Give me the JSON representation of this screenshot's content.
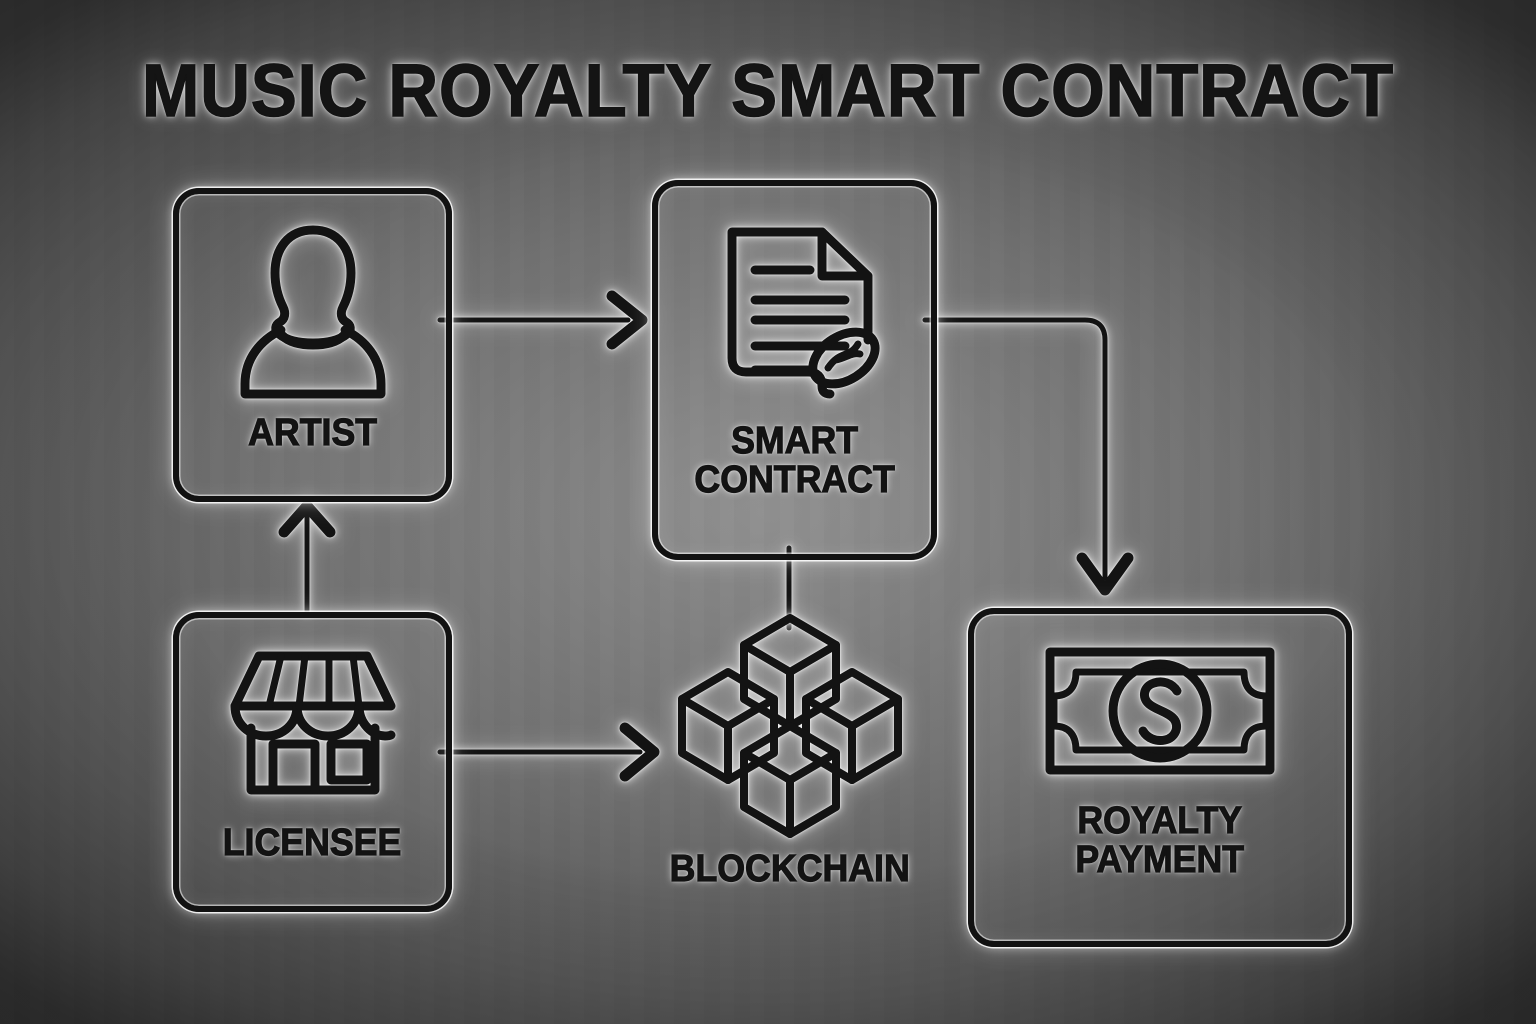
{
  "diagram": {
    "title": "MUSIC ROYALTY SMART CONTRACT",
    "theme": {
      "background_center": "#6e6e6e",
      "background_edge": "#373737",
      "stroke": "#131313",
      "glow": "#ffffff"
    },
    "nodes": [
      {
        "id": "artist",
        "label": "ARTIST",
        "icon": "user-silhouette-icon",
        "shape": "rounded-rect-card"
      },
      {
        "id": "smart-contract",
        "label": "SMART\nCONTRACT",
        "icon": "signed-document-icon",
        "shape": "rounded-rect-card"
      },
      {
        "id": "licensee",
        "label": "LICENSEE",
        "icon": "storefront-icon",
        "shape": "rounded-rect-card"
      },
      {
        "id": "blockchain",
        "label": "BLOCKCHAIN",
        "icon": "blockchain-cubes-icon",
        "shape": "icon-only"
      },
      {
        "id": "royalty-payment",
        "label": "ROYALTY\nPAYMENT",
        "icon": "banknote-dollar-icon",
        "shape": "rounded-rect-card"
      }
    ],
    "connectors": [
      {
        "id": "artist-to-contract",
        "from": "artist",
        "to": "smart-contract",
        "arrowhead": "chevron",
        "direction": "right"
      },
      {
        "id": "licensee-to-artist",
        "from": "licensee",
        "to": "artist",
        "arrowhead": "chevron",
        "direction": "up"
      },
      {
        "id": "licensee-to-blockchain",
        "from": "licensee",
        "to": "blockchain",
        "arrowhead": "chevron",
        "direction": "right"
      },
      {
        "id": "contract-to-blockchain",
        "from": "smart-contract",
        "to": "blockchain",
        "arrowhead": "none",
        "direction": "down"
      },
      {
        "id": "contract-to-royalty",
        "from": "smart-contract",
        "to": "royalty-payment",
        "arrowhead": "chevron",
        "direction": "down"
      }
    ]
  }
}
